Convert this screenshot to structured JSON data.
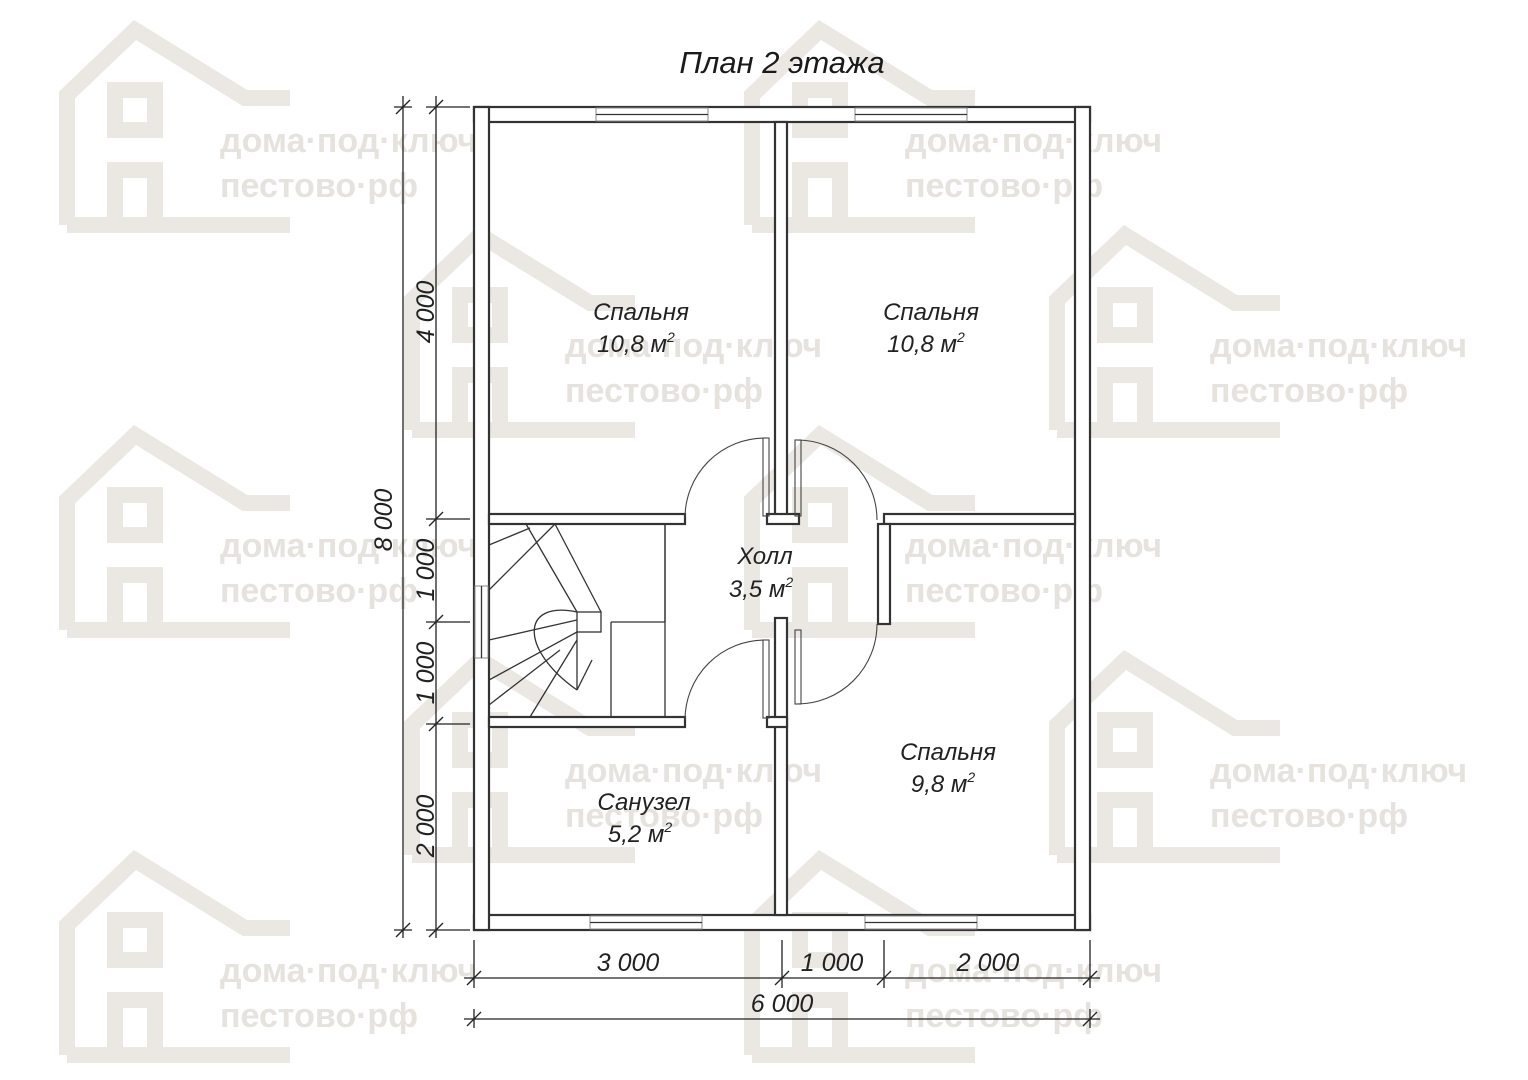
{
  "title": "План 2 этажа",
  "watermark": {
    "line1": "дома·под·ключ",
    "line2": "пестово·рф",
    "color": "#e6e3de"
  },
  "rooms": [
    {
      "name": "Спальня",
      "area": "10,8 м",
      "sup": "2"
    },
    {
      "name": "Спальня",
      "area": "10,8 м",
      "sup": "2"
    },
    {
      "name": "Холл",
      "area": "3,5 м",
      "sup": "2"
    },
    {
      "name": "Спальня",
      "area": "9,8 м",
      "sup": "2"
    },
    {
      "name": "Санузел",
      "area": "5,2 м",
      "sup": "2"
    }
  ],
  "dimensions": {
    "left_segments": [
      "4 000",
      "1 000",
      "1 000",
      "2 000"
    ],
    "left_total": "8 000",
    "bottom_segments": [
      "3 000",
      "1 000",
      "2 000"
    ],
    "bottom_total": "6 000"
  }
}
